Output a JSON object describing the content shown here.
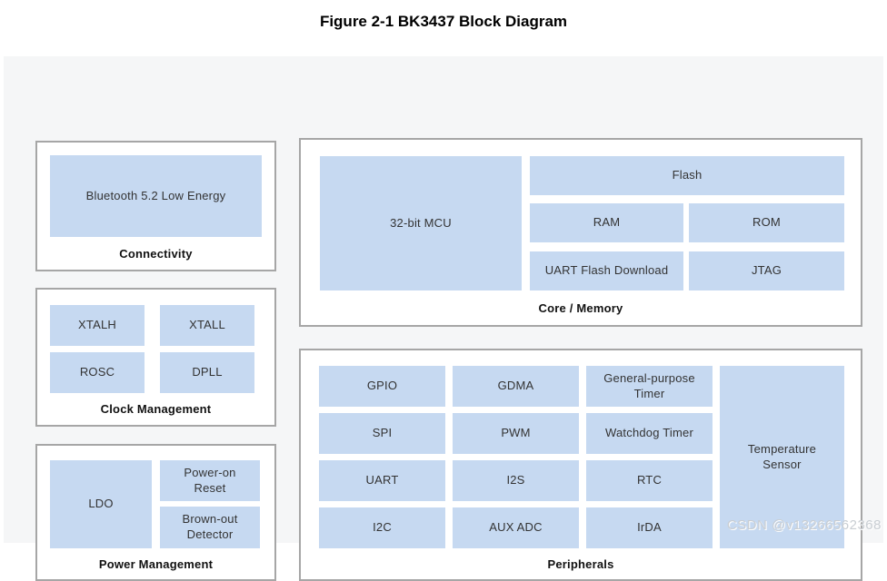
{
  "page": {
    "title": "Figure 2-1 BK3437 Block Diagram",
    "watermark": "CSDN @v13266562368"
  },
  "colors": {
    "block_fill": "#c6d9f1",
    "panel_bg": "#f5f6f7",
    "container_border": "#a6a6a6",
    "block_text": "#333333",
    "label_text": "#111111",
    "watermark_color": "#c9ced3"
  },
  "sections": {
    "connectivity": {
      "label": "Connectivity",
      "blocks": {
        "bluetooth": "Bluetooth 5.2 Low Energy"
      }
    },
    "clock": {
      "label": "Clock Management",
      "blocks": {
        "xtalh": "XTALH",
        "xtall": "XTALL",
        "rosc": "ROSC",
        "dpll": "DPLL"
      }
    },
    "power": {
      "label": "Power Management",
      "blocks": {
        "ldo": "LDO",
        "por": "Power-on Reset",
        "bod": "Brown-out Detector"
      }
    },
    "core_memory": {
      "label": "Core / Memory",
      "blocks": {
        "mcu": "32-bit MCU",
        "flash": "Flash",
        "ram": "RAM",
        "rom": "ROM",
        "uart_flash_download": "UART Flash Download",
        "jtag": "JTAG"
      }
    },
    "peripherals": {
      "label": "Peripherals",
      "blocks": {
        "gpio": "GPIO",
        "gdma": "GDMA",
        "gp_timer": "General-purpose Timer",
        "spi": "SPI",
        "pwm": "PWM",
        "watchdog_timer": "Watchdog Timer",
        "uart": "UART",
        "i2s": "I2S",
        "rtc": "RTC",
        "i2c": "I2C",
        "aux_adc": "AUX ADC",
        "irda": "IrDA",
        "temp_sensor": "Temperature Sensor"
      }
    }
  }
}
